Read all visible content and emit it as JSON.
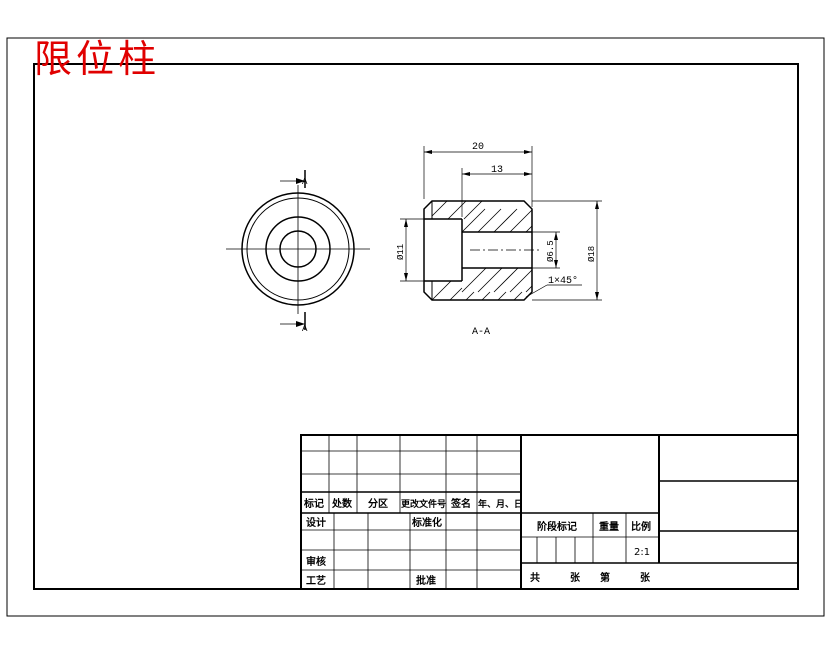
{
  "drawing": {
    "part_title": "限位柱",
    "title_color": "#e00000",
    "line_color": "#000000",
    "background": "#ffffff"
  },
  "front_view": {
    "section_mark_top": "A",
    "section_mark_bottom": "A"
  },
  "section_view": {
    "label": "A-A",
    "dimensions": {
      "overall_length": "20",
      "bore_depth": "13",
      "bore_diameter": "Ø11",
      "inner_diameter": "Ø6.5",
      "outer_diameter": "Ø18",
      "chamfer": "1×45°"
    }
  },
  "title_block": {
    "rev_headers": [
      "标记",
      "处数",
      "分区",
      "更改文件号",
      "签名",
      "年、月、日"
    ],
    "design": "设计",
    "standardize": "标准化",
    "review": "审核",
    "process": "工艺",
    "approve": "批准",
    "stage_mark": "阶段标记",
    "weight": "重量",
    "scale_label": "比例",
    "scale_value": "2:1",
    "total": "共",
    "sheets": "张",
    "sheet_no": "第",
    "sheets2": "张"
  }
}
